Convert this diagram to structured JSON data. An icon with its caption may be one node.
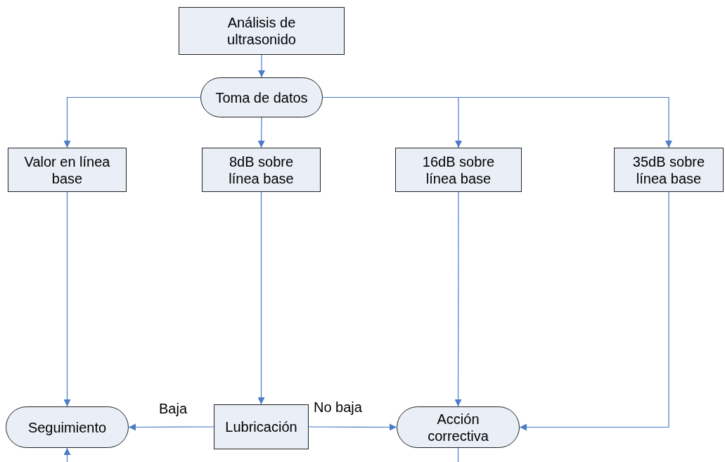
{
  "diagram": {
    "nodes": [
      {
        "text": [
          "Análisis de ultrasonido"
        ]
      },
      {
        "text": [
          "Toma de datos"
        ]
      },
      {
        "text": [
          "Valor en línea base"
        ]
      },
      {
        "text": [
          "8dB sobre línea base"
        ]
      },
      {
        "text": [
          "16dB sobre línea base"
        ]
      },
      {
        "text": [
          "35dB sobre línea base"
        ]
      },
      {
        "text": [
          "Seguimiento"
        ]
      },
      {
        "text": [
          "Lubricación"
        ]
      },
      {
        "text": [
          "Acción correctiva"
        ]
      }
    ],
    "edges": [
      {
        "from": 0,
        "to": 1,
        "arrow": "to"
      },
      {
        "from": 1,
        "to": 2,
        "arrow": "to"
      },
      {
        "from": 1,
        "to": 3,
        "arrow": "to"
      },
      {
        "from": 1,
        "to": 4,
        "arrow": "to"
      },
      {
        "from": 1,
        "to": 5,
        "arrow": "to"
      },
      {
        "from": 2,
        "to": 6,
        "arrow": "to"
      },
      {
        "from": 3,
        "to": 7,
        "arrow": "to"
      },
      {
        "from": 4,
        "to": 8,
        "arrow": "to"
      },
      {
        "from": 5,
        "to": 8,
        "arrow": "to"
      },
      {
        "from": 7,
        "to": 6,
        "arrow": "to",
        "label": "Baja"
      },
      {
        "from": 7,
        "to": 8,
        "arrow": "to",
        "label": "No baja"
      },
      {
        "from": null,
        "to": 6,
        "arrow": "to"
      },
      {
        "from": 8,
        "to": null,
        "arrow": "none"
      }
    ]
  }
}
